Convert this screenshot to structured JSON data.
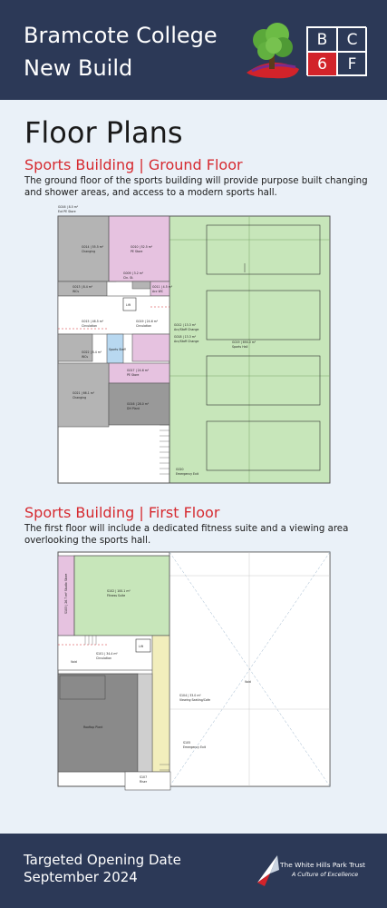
{
  "header": {
    "title_line1": "Bramcote College",
    "title_line2": "New Build",
    "logo_letters": [
      "B",
      "C",
      "6",
      "F"
    ]
  },
  "page_title": "Floor Plans",
  "ground": {
    "heading": "Sports Building  |  Ground Floor",
    "description": "The ground floor of the sports building will provide purpose built changing and shower areas, and access to a modern sports hall.",
    "rooms": {
      "ext_store": "G016 | 8.5 m²",
      "ext_store_name": "Ext PE Store",
      "changing1_code": "G014 | 55.5 m²",
      "changing1_name": "Changing",
      "pe_store_code": "G010 | 52.5 m²",
      "pe_store_name": "PE Store",
      "cln_code": "G009 | 3.2 m²",
      "cln_name": "Cln. St.",
      "wc1_code": "G013 | 8.4 m²",
      "wc1_name": "WCs",
      "acc_wc_code": "G011 | 4.5 m²",
      "acc_wc_name": "Acc WC",
      "lift": "Lift",
      "circ1_code": "G015 | 46.5 m²",
      "circ1_name": "Circulation",
      "circ2_code": "G019 | 24.6 m²",
      "circ2_name": "Circulation",
      "wc2_code": "G022 | 8.4 m²",
      "wc2_name": "WCs",
      "staff_room": "Sports Staff",
      "acc_change1_code": "G012 | 13.3 m²",
      "acc_change1_name": "Acc/Staff Change",
      "acc_change2_code": "G018 | 13.3 m²",
      "acc_change2_name": "Acc/Staff Change",
      "sports_hall_code": "G019 | 690.0 m²",
      "sports_hall_name": "Sports Hall",
      "pe_store2_code": "G017 | 24.6 m²",
      "pe_store2_name": "PE Store",
      "changing2_code": "G021 | 66.1 m²",
      "changing2_name": "Changing",
      "dh_plant_code": "G016 | 28.0 m²",
      "dh_plant_name": "DH Plant",
      "exit_code": "G020",
      "exit_name": "Emergency Exit"
    }
  },
  "first": {
    "heading": "Sports Building  |  First Floor",
    "description": "The first floor will include a dedicated fitness suite and a viewing area overlooking the sports hall.",
    "rooms": {
      "studio_store": "S103 | 26.7 m² Studio Store",
      "fitness_code": "S102 | 100.1 m²",
      "fitness_name": "Fitness Suite",
      "lift": "Lift",
      "void1": "Void",
      "circ_code": "S101 | 34.4 m²",
      "circ_name": "Circulation",
      "void_hall": "Void",
      "viewing_code": "S104 | 33.0 m²",
      "viewing_name": "Viewing Seating/Cafe",
      "roof_plant": "Rooftop Plant",
      "exit_code": "S105",
      "exit_name": "Emergency Exit",
      "riser_code": "S107",
      "riser_name": "Riser"
    }
  },
  "footer": {
    "line1": "Targeted Opening Date",
    "line2": "September 2024",
    "trust_name": "The White Hills Park Trust",
    "trust_tagline": "A Culture of Excellence"
  },
  "colors": {
    "navy": "#2c3957",
    "red": "#d2232a",
    "plan_green": "#c7e6ba",
    "plan_pink": "#e6c2e0",
    "plan_grey": "#b4b4b4",
    "plan_blue": "#b8d8f0",
    "plan_yellow": "#f2eebc"
  }
}
